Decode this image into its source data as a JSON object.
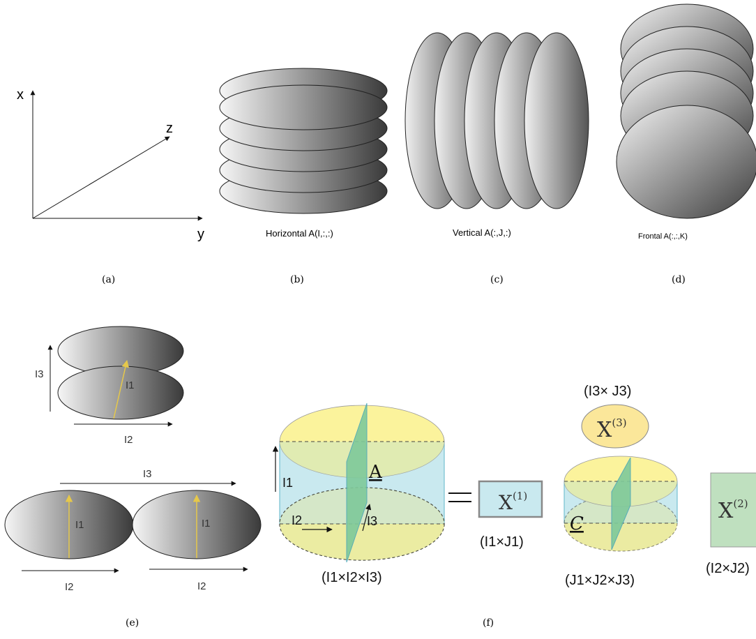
{
  "axes": {
    "x": "x",
    "y": "y",
    "z": "z"
  },
  "slice_labels": {
    "horizontal": "Horizontal A(I,:,:)",
    "vertical": "Vertical A(:,J,:)",
    "frontal": "Frontal A(:,:,K)"
  },
  "panels": {
    "a": "(a)",
    "b": "(b)",
    "c": "(c)",
    "d": "(d)",
    "e": "(e)",
    "f": "(f)"
  },
  "panel_e": {
    "top_i3": "I3",
    "top_i1": "I1",
    "top_i2": "I2",
    "wide_i3": "I3",
    "left_i1": "I1",
    "right_i1": "I1",
    "left_i2": "I2",
    "right_i2": "I2"
  },
  "panel_f": {
    "tensor_label": "A",
    "tensor_i1": "I1",
    "tensor_i2": "I2",
    "tensor_i3": "I3",
    "tensor_dims": "(I1×I2×I3)",
    "equals": "=",
    "x1_label": "X(1)",
    "x1_dims": "(I1×J1)",
    "core_label": "C",
    "core_dims": "(J1×J2×J3)",
    "x3_label": "X(3)",
    "x3_dims": "(I3× J3)",
    "x2_label": "X(2)",
    "x2_dims": "(I2×J2)"
  },
  "colors": {
    "yellow": "#fbf39c",
    "cyan": "#c9e9ef",
    "green_plane": "#7ec99a",
    "gray_dark": "#4a4a4a",
    "gray_light": "#f4f4f4",
    "arrow_yellow": "#e6c84a"
  }
}
